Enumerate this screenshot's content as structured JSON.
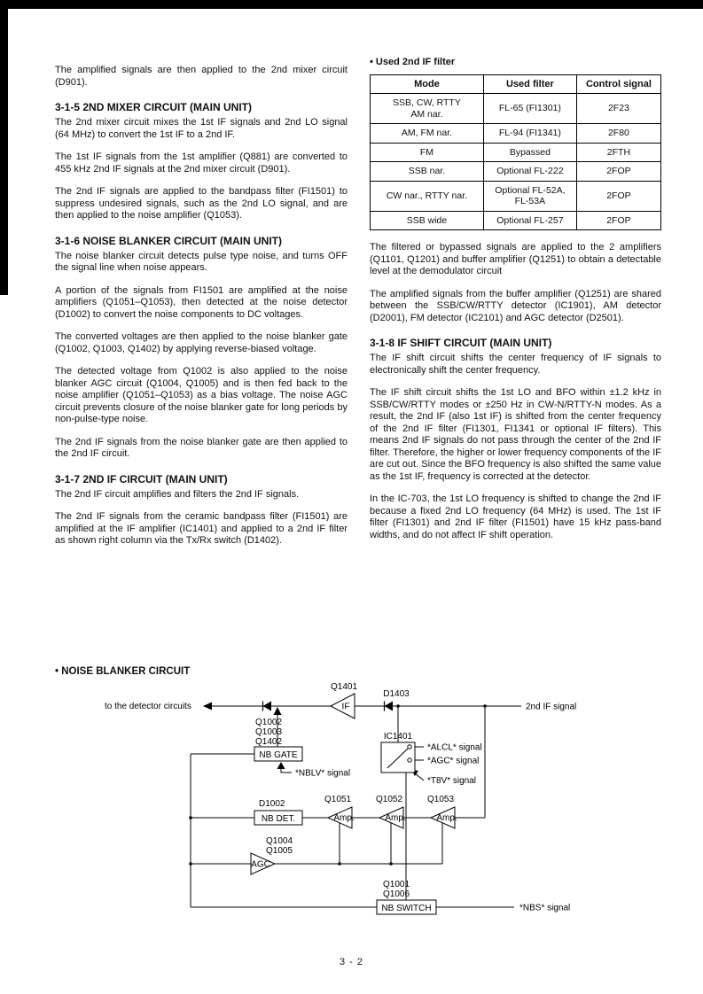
{
  "page": {
    "number": "3 - 2"
  },
  "left_column": {
    "blocks": [
      "The amplified signals are then applied to the 2nd mixer circuit (D901).",
      "3-1-5 2ND MIXER CIRCUIT (MAIN UNIT)",
      "The 2nd mixer circuit mixes the 1st IF signals and 2nd LO signal (64 MHz) to convert the 1st IF to a 2nd IF.",
      "The 1st IF signals from the 1st amplifier (Q881) are converted to 455 kHz 2nd IF signals at the 2nd mixer circuit (D901).",
      "The 2nd IF signals are applied to the bandpass filter (FI1501) to suppress undesired signals, such as the 2nd LO signal, and are then applied to the noise amplifier (Q1053).",
      "3-1-6 NOISE BLANKER CIRCUIT (MAIN UNIT)",
      "The noise blanker circuit detects pulse type noise, and turns OFF the signal line when noise appears.",
      "A portion of the signals from FI1501 are amplified at the noise amplifiers (Q1051–Q1053), then detected at the noise detector (D1002) to convert the noise components to DC voltages.",
      "The converted voltages are then applied to the noise blanker gate (Q1002, Q1003, Q1402) by applying reverse-biased voltage.",
      "The detected voltage from Q1002 is also applied to the noise blanker AGC circuit (Q1004, Q1005) and is then fed back to the noise amplifier (Q1051–Q1053) as a bias voltage. The noise AGC circuit prevents closure of the noise blanker gate for long periods by non-pulse-type noise.",
      "The 2nd IF signals from the noise blanker gate are then applied to the 2nd IF circuit.",
      "3-1-7 2ND IF CIRCUIT (MAIN UNIT)",
      "The 2nd IF circuit amplifies and filters the 2nd IF signals.",
      "The 2nd IF signals from the ceramic bandpass filter (FI1501) are amplified at the IF amplifier (IC1401) and applied to a 2nd IF filter as shown right column via the Tx/Rx switch (D1402)."
    ]
  },
  "right_column": {
    "table_title": "• Used 2nd IF filter",
    "table": {
      "headers": [
        "Mode",
        "Used filter",
        "Control signal"
      ],
      "rows": [
        [
          "SSB, CW, RTTY\nAM nar.",
          "FL-65 (FI1301)",
          "2F23"
        ],
        [
          "AM, FM nar.",
          "FL-94 (FI1341)",
          "2F80"
        ],
        [
          "FM",
          "Bypassed",
          "2FTH"
        ],
        [
          "SSB nar.",
          "Optional FL-222",
          "2FOP"
        ],
        [
          "CW nar., RTTY nar.",
          "Optional FL-52A,\nFL-53A",
          "2FOP"
        ],
        [
          "SSB wide",
          "Optional FL-257",
          "2FOP"
        ]
      ]
    },
    "blocks": [
      "The filtered or bypassed signals are applied to the 2 amplifiers (Q1101, Q1201) and buffer amplifier (Q1251) to obtain a detectable level at the demodulator circuit",
      "The amplified signals from the buffer amplifier (Q1251) are shared between the SSB/CW/RTTY detector (IC1901), AM detector (D2001), FM detector (IC2101) and AGC detector (D2501).",
      "3-1-8 IF SHIFT CIRCUIT (MAIN UNIT)",
      "The IF shift circuit shifts the center frequency of IF signals to electronically shift the center frequency.",
      "The IF shift circuit shifts the 1st LO and BFO within ±1.2 kHz in SSB/CW/RTTY modes or ±250 Hz in CW-N/RTTY-N modes. As a result, the 2nd IF (also 1st IF) is shifted from the center frequency of the 2nd IF filter (FI1301, FI1341 or optional IF filters). This means 2nd IF signals do not pass through the center of the 2nd IF filter. Therefore, the higher or lower frequency components of the IF are cut out. Since the BFO frequency is also shifted the same value as the 1st IF, frequency is corrected at the detector.",
      "In the IC-703, the 1st LO frequency is shifted to change the 2nd IF because a fixed 2nd LO frequency (64 MHz) is used. The 1st IF filter (FI1301) and 2nd IF filter (FI1501) have 15 kHz pass-band widths, and do not affect IF shift operation."
    ]
  },
  "diagram": {
    "title": "• NOISE BLANKER CIRCUIT",
    "labels": {
      "to_detector": "to the detector circuits",
      "q1401": "Q1401",
      "if_amp": "IF",
      "d1403": "D1403",
      "second_if": "2nd IF signal",
      "ic1401": "IC1401",
      "alcl": "*ALCL* signal",
      "agc_signal": "*AGC* signal",
      "t8v": "*T8V* signal",
      "q1002": "Q1002",
      "q1003": "Q1003",
      "q1402": "Q1402",
      "nb_gate": "NB GATE",
      "nblv": "*NBLV* signal",
      "d1002": "D1002",
      "nb_det": "NB DET.",
      "q1051": "Q1051",
      "q1052": "Q1052",
      "q1053": "Q1053",
      "amp": "Amp.",
      "q1004": "Q1004",
      "q1005": "Q1005",
      "agc": "AGC",
      "q1001": "Q1001",
      "q1006": "Q1006",
      "nb_switch": "NB SWITCH",
      "nbs": "*NBS* signal"
    }
  }
}
